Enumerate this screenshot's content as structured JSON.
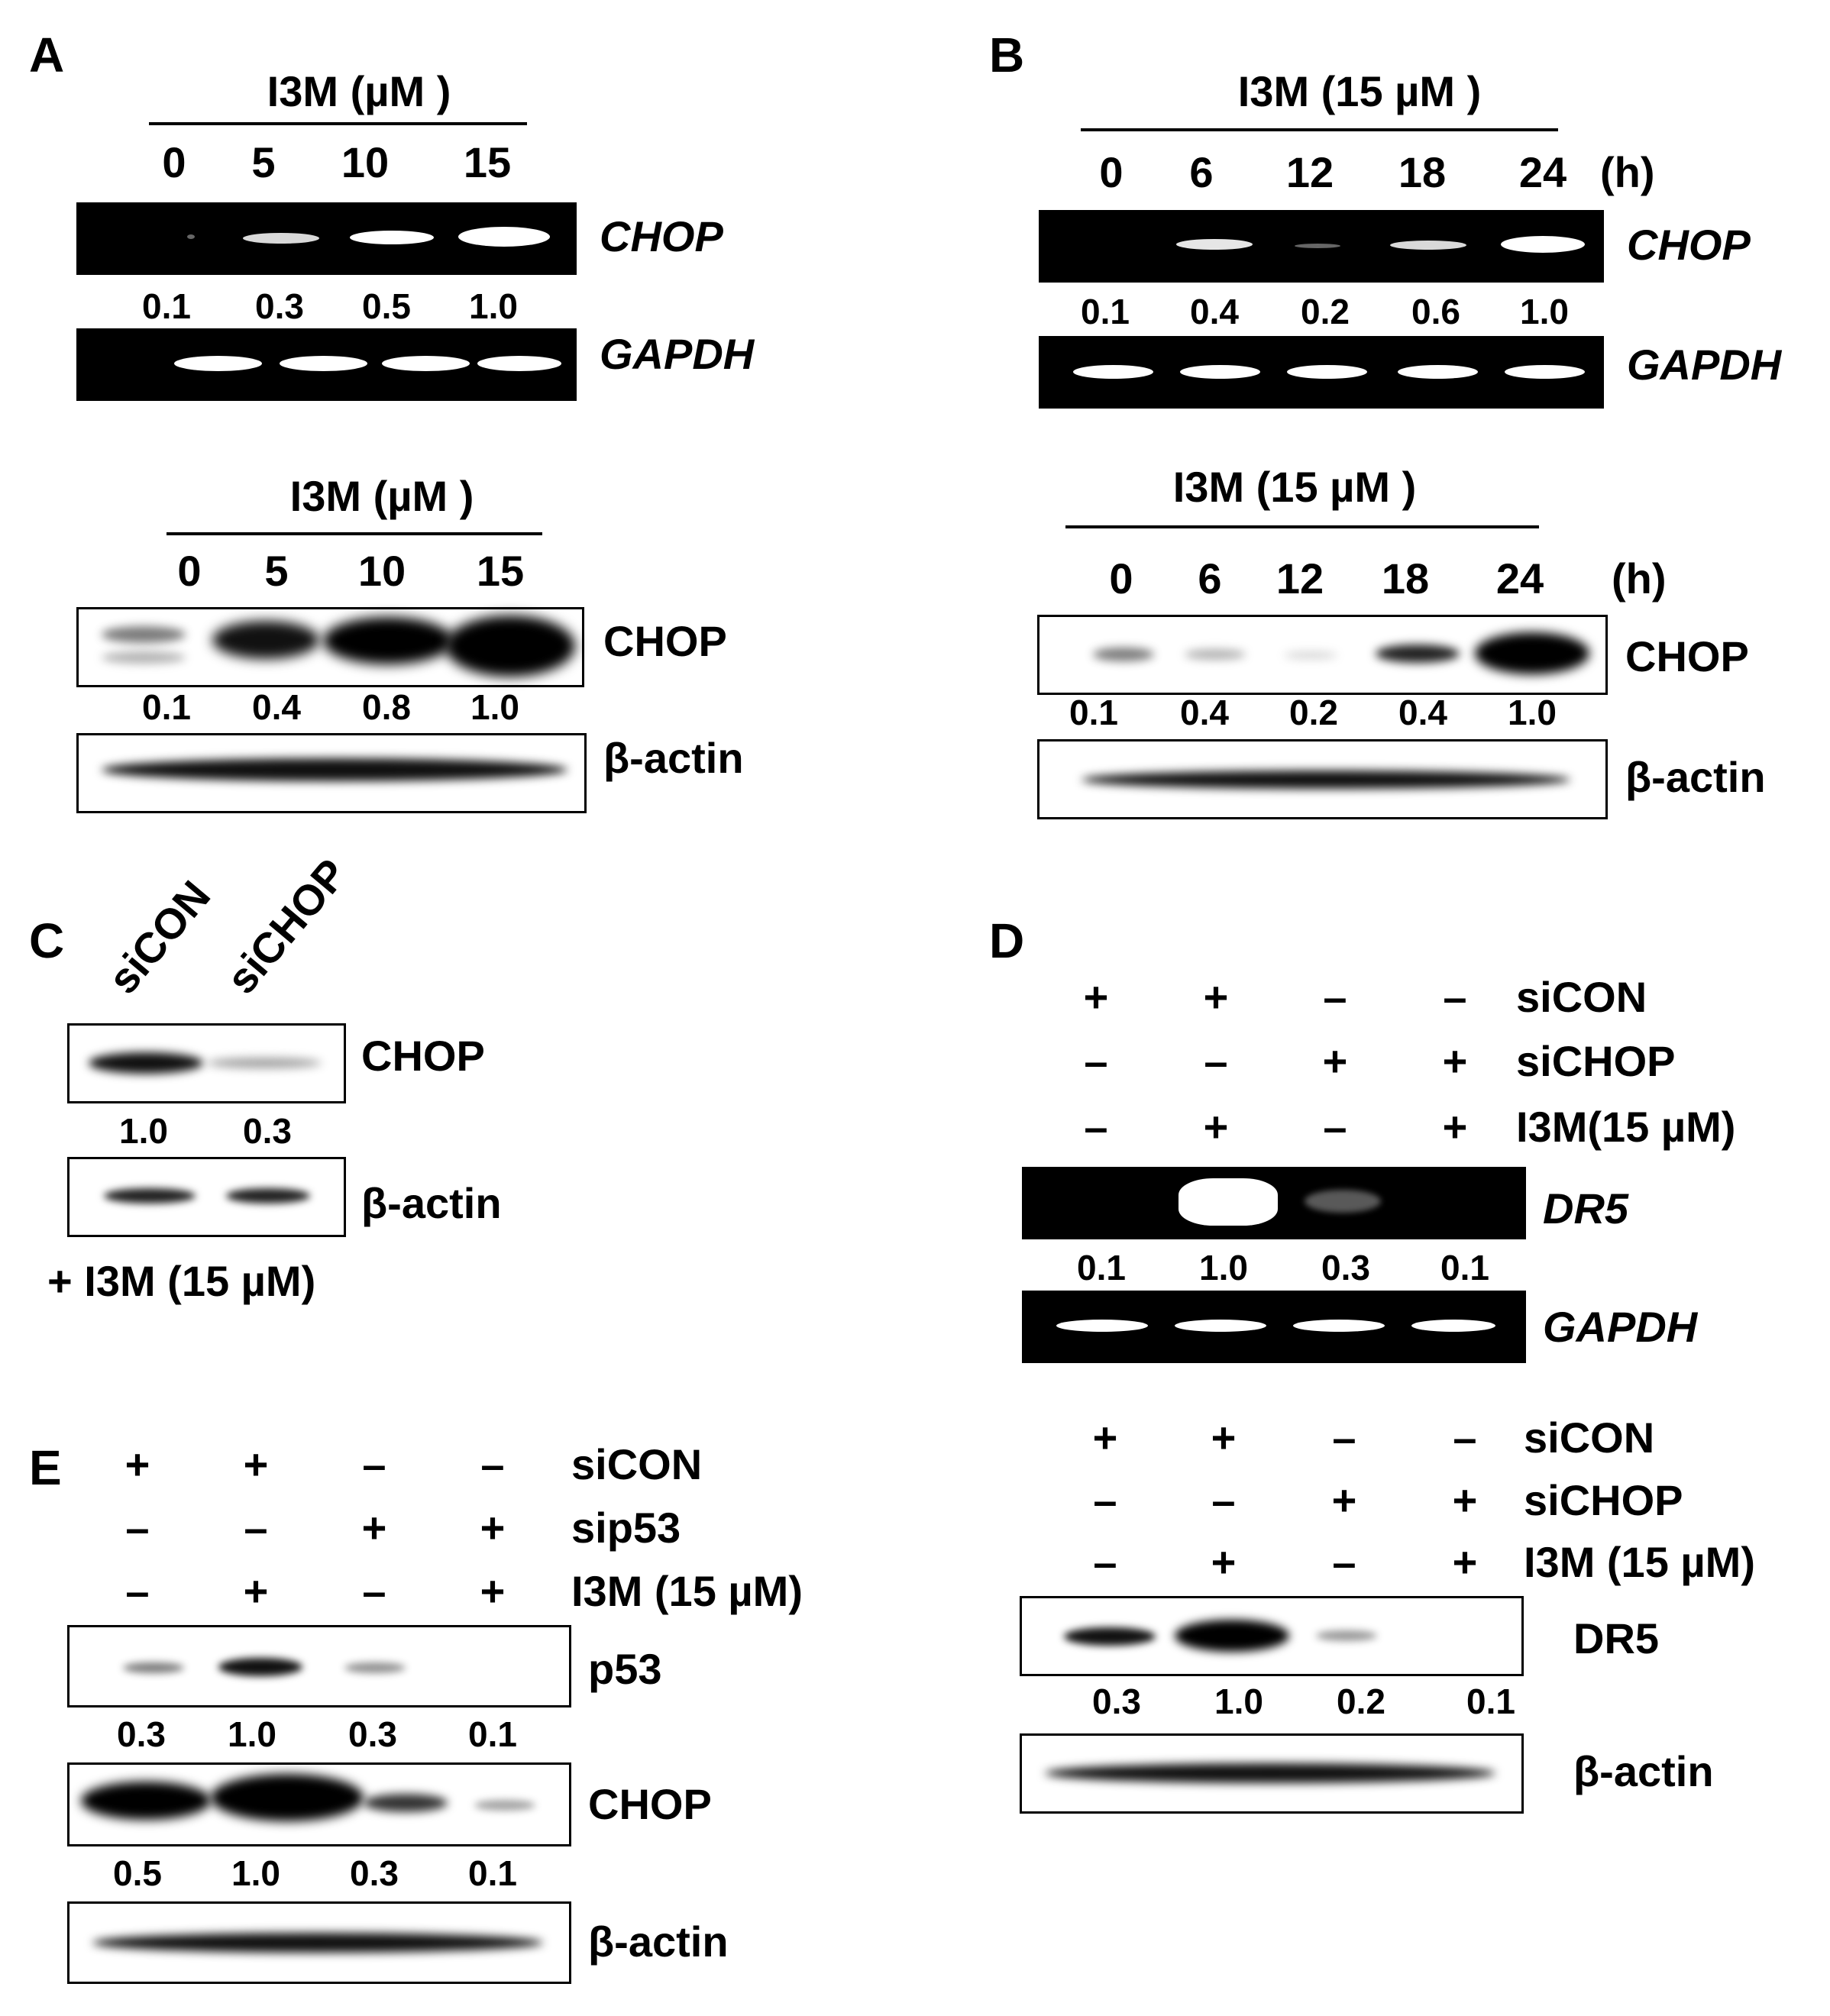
{
  "panel_labels": [
    "A",
    "B",
    "C",
    "D",
    "E"
  ],
  "A": {
    "rt": {
      "header": "I3M (µM )",
      "lanes": [
        "0",
        "5",
        "10",
        "15"
      ],
      "target": "CHOP",
      "quant": [
        "0.1",
        "0.3",
        "0.5",
        "1.0"
      ],
      "control": "GAPDH"
    },
    "wb": {
      "header": "I3M (µM )",
      "lanes": [
        "0",
        "5",
        "10",
        "15"
      ],
      "target": "CHOP",
      "quant": [
        "0.1",
        "0.4",
        "0.8",
        "1.0"
      ],
      "control": "β-actin"
    }
  },
  "B": {
    "rt": {
      "header": "I3M (15 µM )",
      "lanes": [
        "0",
        "6",
        "12",
        "18",
        "24"
      ],
      "unit": "(h)",
      "target": "CHOP",
      "quant": [
        "0.1",
        "0.4",
        "0.2",
        "0.6",
        "1.0"
      ],
      "control": "GAPDH"
    },
    "wb": {
      "header": "I3M (15 µM )",
      "lanes": [
        "0",
        "6",
        "12",
        "18",
        "24"
      ],
      "unit": "(h)",
      "target": "CHOP",
      "quant": [
        "0.1",
        "0.4",
        "0.2",
        "0.4",
        "1.0"
      ],
      "control": "β-actin"
    }
  },
  "C": {
    "lanes": [
      "siCON",
      "siCHOP"
    ],
    "target": "CHOP",
    "quant": [
      "1.0",
      "0.3"
    ],
    "control": "β-actin",
    "footer": "+ I3M (15 µM)"
  },
  "D": {
    "rt": {
      "rows": [
        {
          "label": "siCON",
          "signs": [
            "+",
            "+",
            "–",
            "–"
          ]
        },
        {
          "label": "siCHOP",
          "signs": [
            "–",
            "–",
            "+",
            "+"
          ]
        },
        {
          "label": "I3M(15 µM)",
          "signs": [
            "–",
            "+",
            "–",
            "+"
          ]
        }
      ],
      "target": "DR5",
      "quant": [
        "0.1",
        "1.0",
        "0.3",
        "0.1"
      ],
      "control": "GAPDH"
    },
    "wb": {
      "rows": [
        {
          "label": "siCON",
          "signs": [
            "+",
            "+",
            "–",
            "–"
          ]
        },
        {
          "label": "siCHOP",
          "signs": [
            "–",
            "–",
            "+",
            "+"
          ]
        },
        {
          "label": "I3M (15 µM)",
          "signs": [
            "–",
            "+",
            "–",
            "+"
          ]
        }
      ],
      "target": "DR5",
      "quant": [
        "0.3",
        "1.0",
        "0.2",
        "0.1"
      ],
      "control": "β-actin"
    }
  },
  "E": {
    "rows": [
      {
        "label": "siCON",
        "signs": [
          "+",
          "+",
          "–",
          "–"
        ]
      },
      {
        "label": "sip53",
        "signs": [
          "–",
          "–",
          "+",
          "+"
        ]
      },
      {
        "label": "I3M (15 µM)",
        "signs": [
          "–",
          "+",
          "–",
          "+"
        ]
      }
    ],
    "p53_label": "p53",
    "p53_quant": [
      "0.3",
      "1.0",
      "0.3",
      "0.1"
    ],
    "chop_label": "CHOP",
    "chop_quant": [
      "0.5",
      "1.0",
      "0.3",
      "0.1"
    ],
    "control": "β-actin"
  }
}
